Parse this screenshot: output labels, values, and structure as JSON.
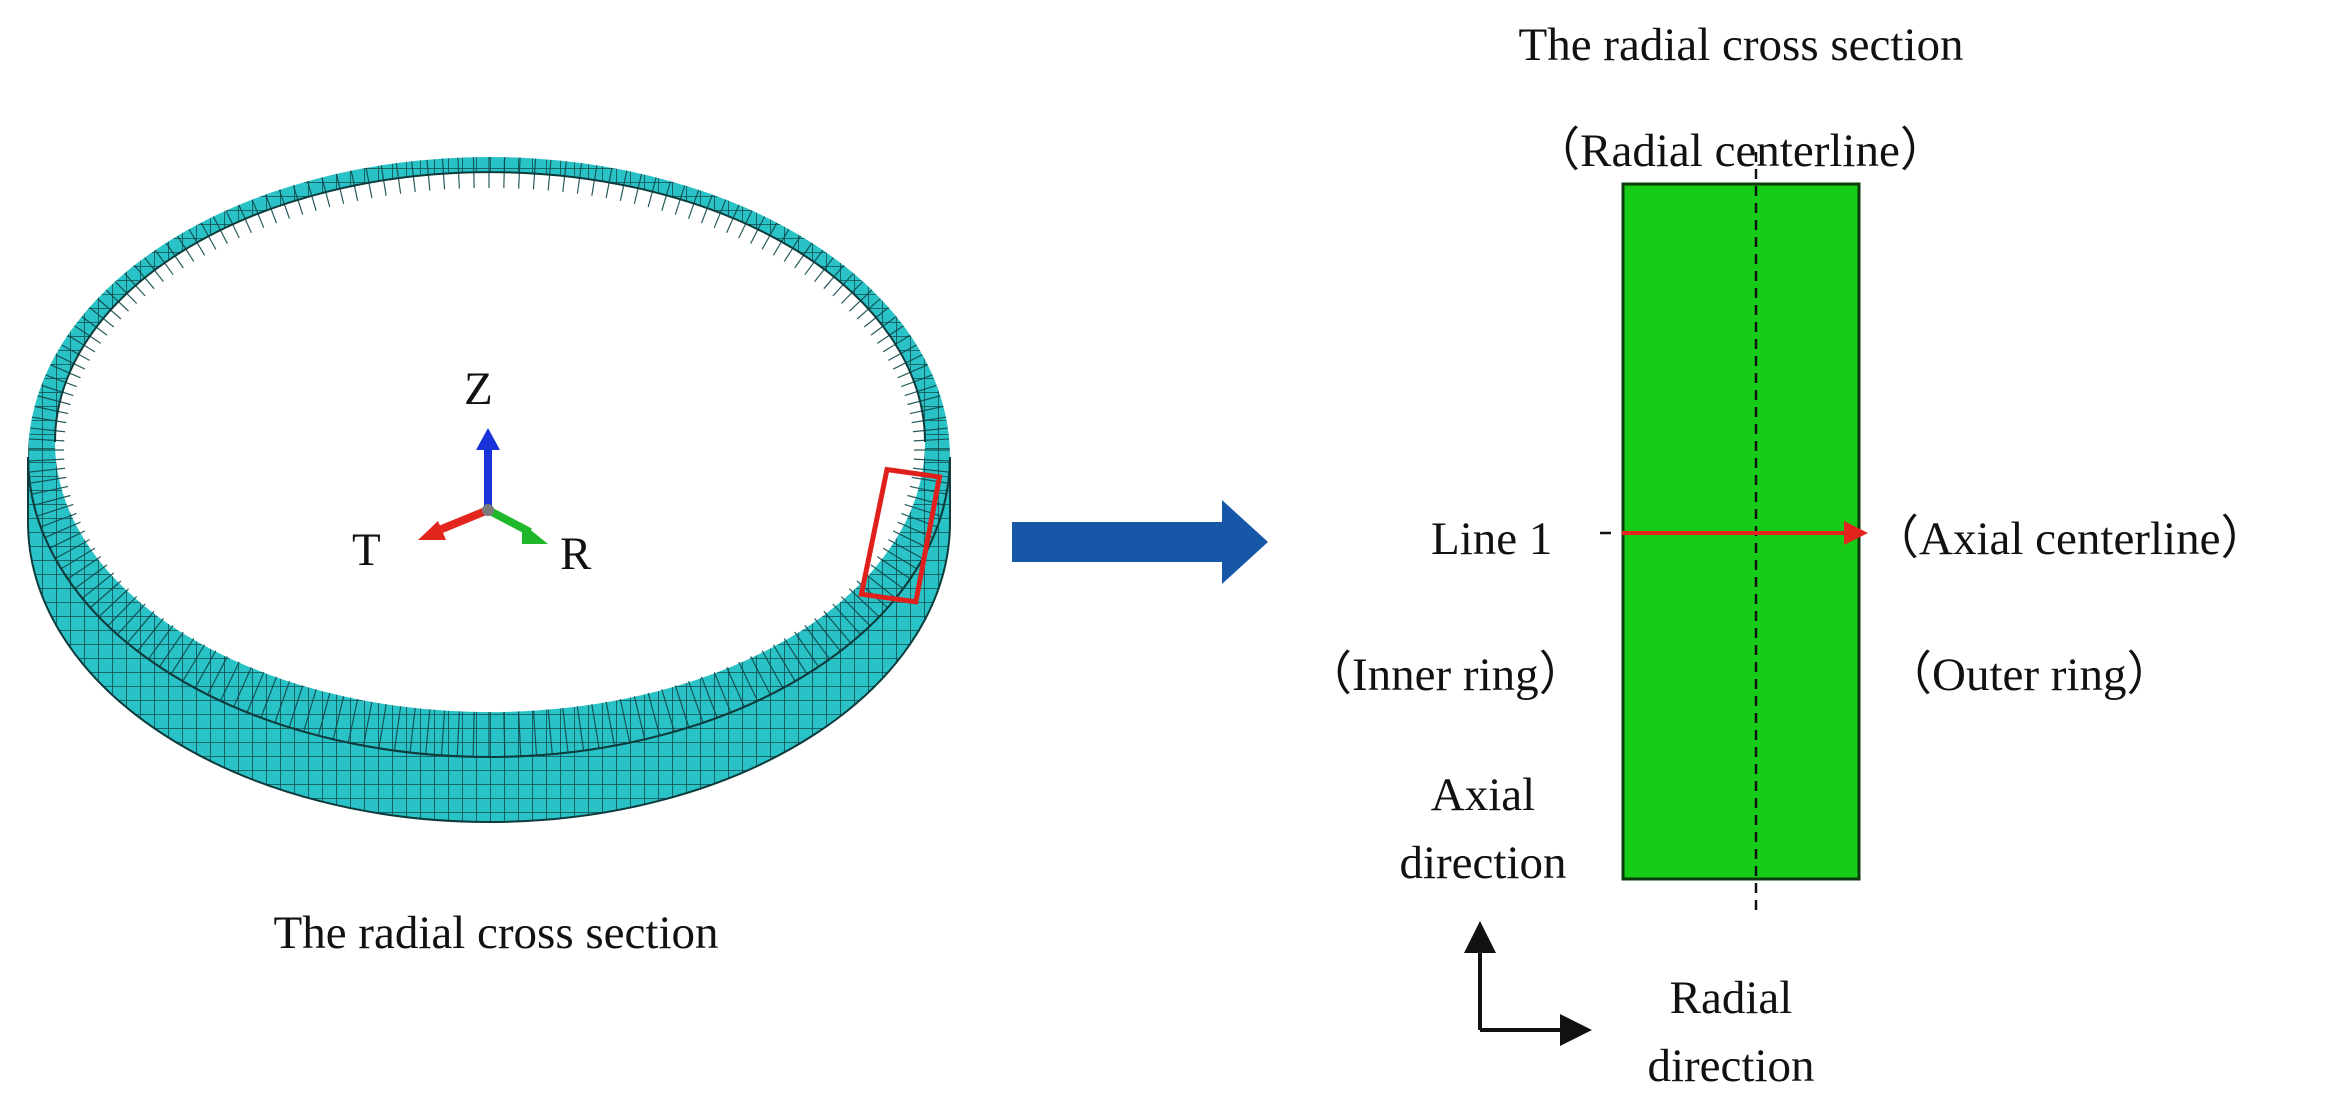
{
  "left_panel": {
    "caption": "The radial cross section",
    "axis_labels": {
      "z": "Z",
      "t": "T",
      "r": "R"
    },
    "colors": {
      "ring": "#29c3c7",
      "mesh": "#12494b",
      "z_axis": "#1a33d8",
      "t_axis": "#e2251d",
      "r_axis": "#1fb82a",
      "highlight_box": "#e0201c"
    }
  },
  "arrow_color": "#1657a7",
  "right_panel": {
    "title": "The radial cross section",
    "radial_centerline": "（Radial centerline）",
    "line_label": "Line 1",
    "axial_centerline": "（Axial centerline）",
    "inner_ring": "（Inner ring）",
    "outer_ring": "（Outer ring）",
    "axial_direction": [
      "Axial",
      "direction"
    ],
    "radial_direction": [
      "Radial",
      "direction"
    ],
    "colors": {
      "section_fill": "#16cc16",
      "section_border": "#0d3b0d",
      "line1": "#e3241f"
    }
  }
}
